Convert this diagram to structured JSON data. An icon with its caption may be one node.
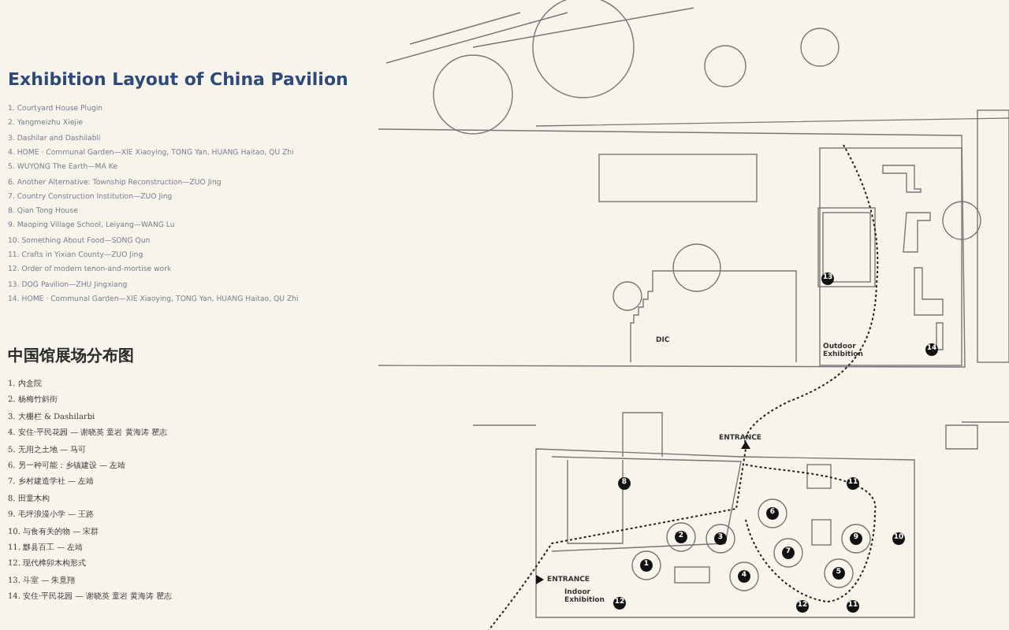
{
  "diagram": {
    "title": "Exhibition Layout of China Pavilion",
    "labels": [
      "1. Courtyard House Plugin",
      "2. Yangmeizhu Xiejie",
      "3. Dashilar and Dashilabli",
      "4. HOME · Communal Garden—XIE Xiaoying, TONG Yan, HUANG Haitao, QU Zhi",
      "5. WUYONG The Earth—MA Ke",
      "6. Another Alternative: Township Reconstruction—ZUO Jing",
      "7. Country Construction Institution—ZUO Jing",
      "8. Qian Tong House",
      "9. Maoping Village School, Leiyang—WANG Lu",
      "10. Something About Food—SONG Qun",
      "11. Crafts in Yixian County—ZUO Jing",
      "12. Order of modern tenon-and-mortise work",
      "13. DOG Pavilion—ZHU Jingxiang",
      "14. HOME · Communal Garden—XIE Xiaoying, TONG Yan, HUANG Haitao, QU Zhi",
      "中国馆展场分布图",
      "1. 内盒院",
      "2. 杨梅竹斜街",
      "3. 大栅栏 & Dashilarbi",
      "4. 安住·平民花园 — 谢晓英 童岩 黄海涛 瞿志",
      "5. 无用之土地 — 马可",
      "6. 另一种可能：乡镇建设 — 左靖",
      "7. 乡村建造学社 — 左靖",
      "8. 田童木构",
      "9. 毛坪浪漫小学 — 王路",
      "10. 与食有关的物 — 宋群",
      "11. 黟县百工 — 左靖",
      "12. 现代榫卯木构形式",
      "13. 斗室 — 朱竟翔",
      "14. 安住·平民花园 — 谢晓英 童岩 黄海涛 瞿志",
      "DIC",
      "13",
      "Outdoor Exhibition",
      "14",
      "ENTRANCE",
      "8",
      "11",
      "6",
      "2",
      "3",
      "9",
      "10",
      "7",
      "1",
      "4",
      "5",
      "ENTRANCE",
      "Indoor Exhibition",
      "12",
      "12",
      "11"
    ]
  }
}
